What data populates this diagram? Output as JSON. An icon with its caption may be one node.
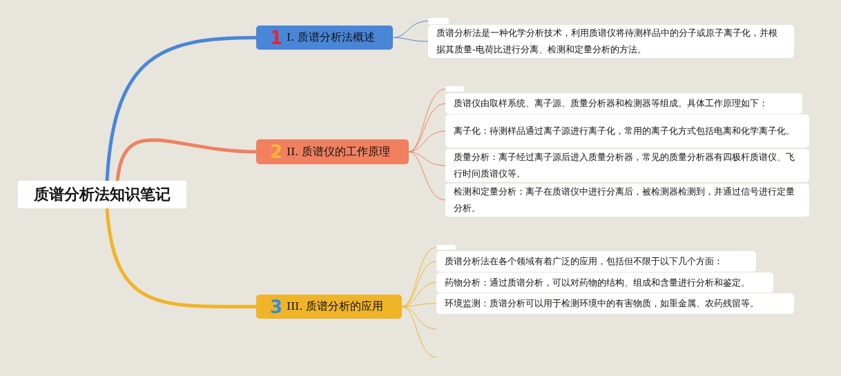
{
  "diagram": {
    "nodes": [
      {
        "text": [
          "质谱分析法知识笔记"
        ]
      },
      {
        "text": [
          "1",
          "I. 质谱分析法概述"
        ]
      },
      {
        "text": [],
        "shape": "box"
      },
      {
        "text": [
          "质谱分析法是一种化学分析技术，利用质谱仪将待测样品中的分子或原子离子化，并根据其质量-电荷比进行分离、检测和定量分析的方法。"
        ]
      },
      {
        "text": [
          "2",
          "II. 质谱仪的工作原理"
        ]
      },
      {
        "text": [],
        "shape": "box"
      },
      {
        "text": [
          "质谱仪由取样系统、离子源、质量分析器和检测器等组成。具体工作原理如下："
        ]
      },
      {
        "text": [
          "离子化：待测样品通过离子源进行离子化，常用的离子化方式包括电离和化学离子化。"
        ]
      },
      {
        "text": [
          "质量分析：离子经过离子源后进入质量分析器，常见的质量分析器有四极杆质谱仪、飞行时间质谱仪等。"
        ]
      },
      {
        "text": [
          "检测和定量分析：离子在质谱仪中进行分离后，被检测器检测到，并通过信号进行定量分析。"
        ]
      },
      {
        "text": [
          "3",
          "III. 质谱分析的应用"
        ]
      },
      {
        "text": [],
        "shape": "box"
      },
      {
        "text": [
          "质谱分析法在各个领域有着广泛的应用，包括但不限于以下几个方面："
        ]
      },
      {
        "text": [
          "药物分析：通过质谱分析，可以对药物的结构、组成和含量进行分析和鉴定。"
        ]
      },
      {
        "text": [
          "环境监测：质谱分析可以用于检测环境中的有害物质，如重金属、农药残留等。"
        ]
      }
    ],
    "edges": [
      {
        "from": 0,
        "to": 1,
        "arrow": "none",
        "style": "thick",
        "color": "#4a86d8"
      },
      {
        "from": 0,
        "to": 4,
        "arrow": "none",
        "style": "thick",
        "color": "#f08060"
      },
      {
        "from": 0,
        "to": 10,
        "arrow": "none",
        "style": "thick",
        "color": "#f0b429"
      },
      {
        "from": 1,
        "to": 2,
        "arrow": "none",
        "color": "#4a86d8"
      },
      {
        "from": 1,
        "to": 3,
        "arrow": "none",
        "color": "#4a86d8"
      },
      {
        "from": 4,
        "to": 5,
        "arrow": "none",
        "color": "#f08060"
      },
      {
        "from": 4,
        "to": 6,
        "arrow": "none",
        "color": "#f08060"
      },
      {
        "from": 4,
        "to": 7,
        "arrow": "none",
        "color": "#f08060"
      },
      {
        "from": 4,
        "to": 8,
        "arrow": "none",
        "color": "#f08060"
      },
      {
        "from": 4,
        "to": 9,
        "arrow": "none",
        "color": "#f08060"
      },
      {
        "from": 10,
        "to": 11,
        "arrow": "none",
        "color": "#f0b429"
      },
      {
        "from": 10,
        "to": 12,
        "arrow": "none",
        "color": "#f0b429"
      },
      {
        "from": 10,
        "to": 13,
        "arrow": "none",
        "color": "#f0b429"
      },
      {
        "from": 10,
        "to": 14,
        "arrow": "none",
        "color": "#f0b429"
      },
      {
        "from": 10,
        "to": null,
        "arrow": "none",
        "color": "#f0b429"
      },
      {
        "from": 10,
        "to": null,
        "arrow": "none",
        "color": "#f0b429"
      }
    ]
  }
}
